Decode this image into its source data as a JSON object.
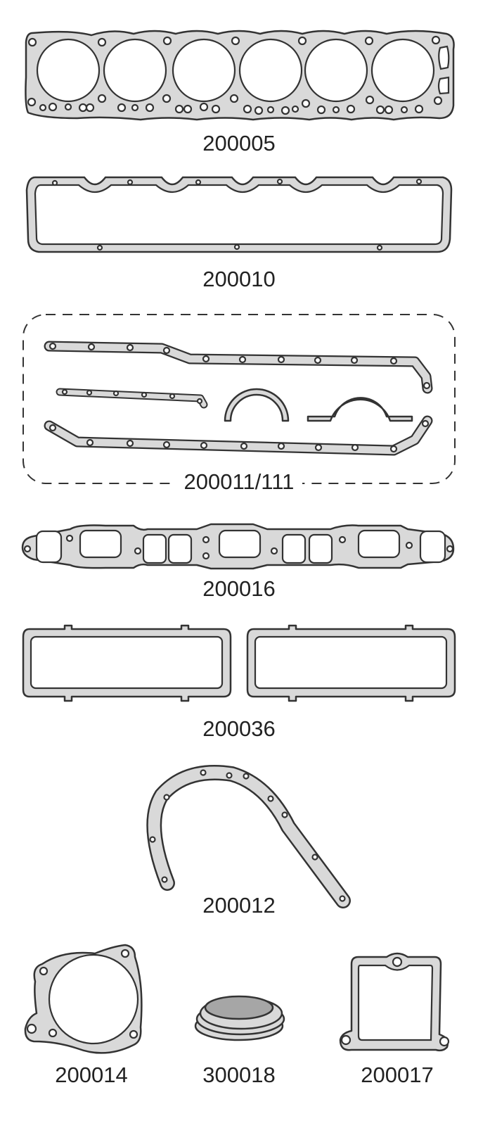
{
  "parts": [
    {
      "id": "head-gasket",
      "label": "200005"
    },
    {
      "id": "valve-cover-gasket",
      "label": "200010"
    },
    {
      "id": "oil-pan-set",
      "label": "200011/111"
    },
    {
      "id": "manifold-gasket",
      "label": "200016"
    },
    {
      "id": "side-cover-gaskets",
      "label": "200036"
    },
    {
      "id": "timing-cover-gasket",
      "label": "200012"
    },
    {
      "id": "water-pump-gasket",
      "label": "200014"
    },
    {
      "id": "seal",
      "label": "300018"
    },
    {
      "id": "thermostat-gasket",
      "label": "200017"
    }
  ],
  "colors": {
    "gasket_fill": "#d9d9d9",
    "outline": "#333333"
  }
}
